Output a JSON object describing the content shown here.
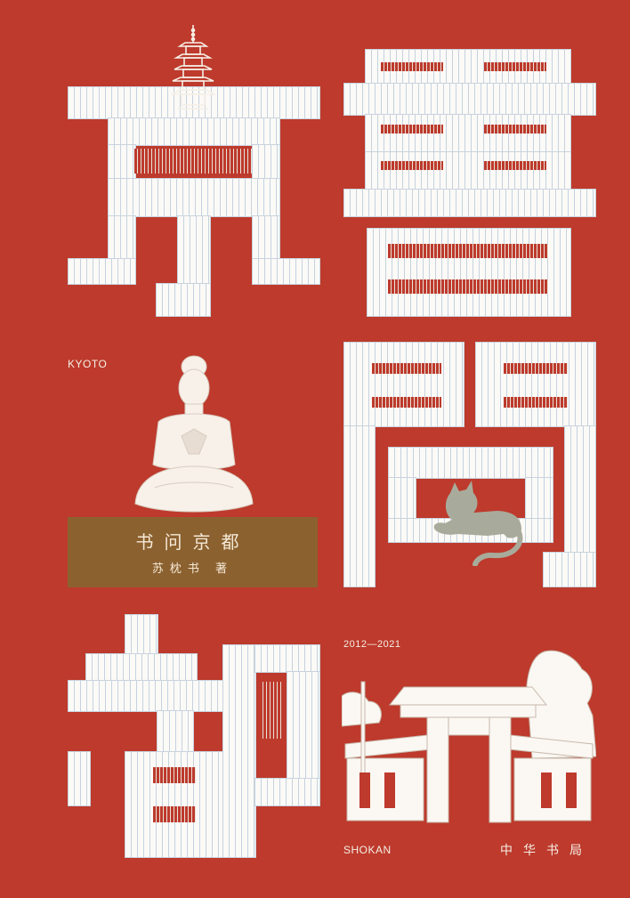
{
  "cover": {
    "glyphs": [
      "京",
      "書",
      "問",
      "都"
    ],
    "label_kyoto": "KYOTO",
    "label_years": "2012—2021",
    "label_shokan": "SHOKAN",
    "plate_title": "书问京都",
    "plate_author": "苏枕书 著",
    "publisher": "中华书局"
  },
  "colors": {
    "background": "#bd3a2c",
    "plate": "#8c6130",
    "block": "#fbfaf7",
    "cat": "#a8ab9b"
  },
  "icons": [
    "pagoda-icon",
    "buddha-statue-icon",
    "cat-icon",
    "temple-gate-icon"
  ]
}
